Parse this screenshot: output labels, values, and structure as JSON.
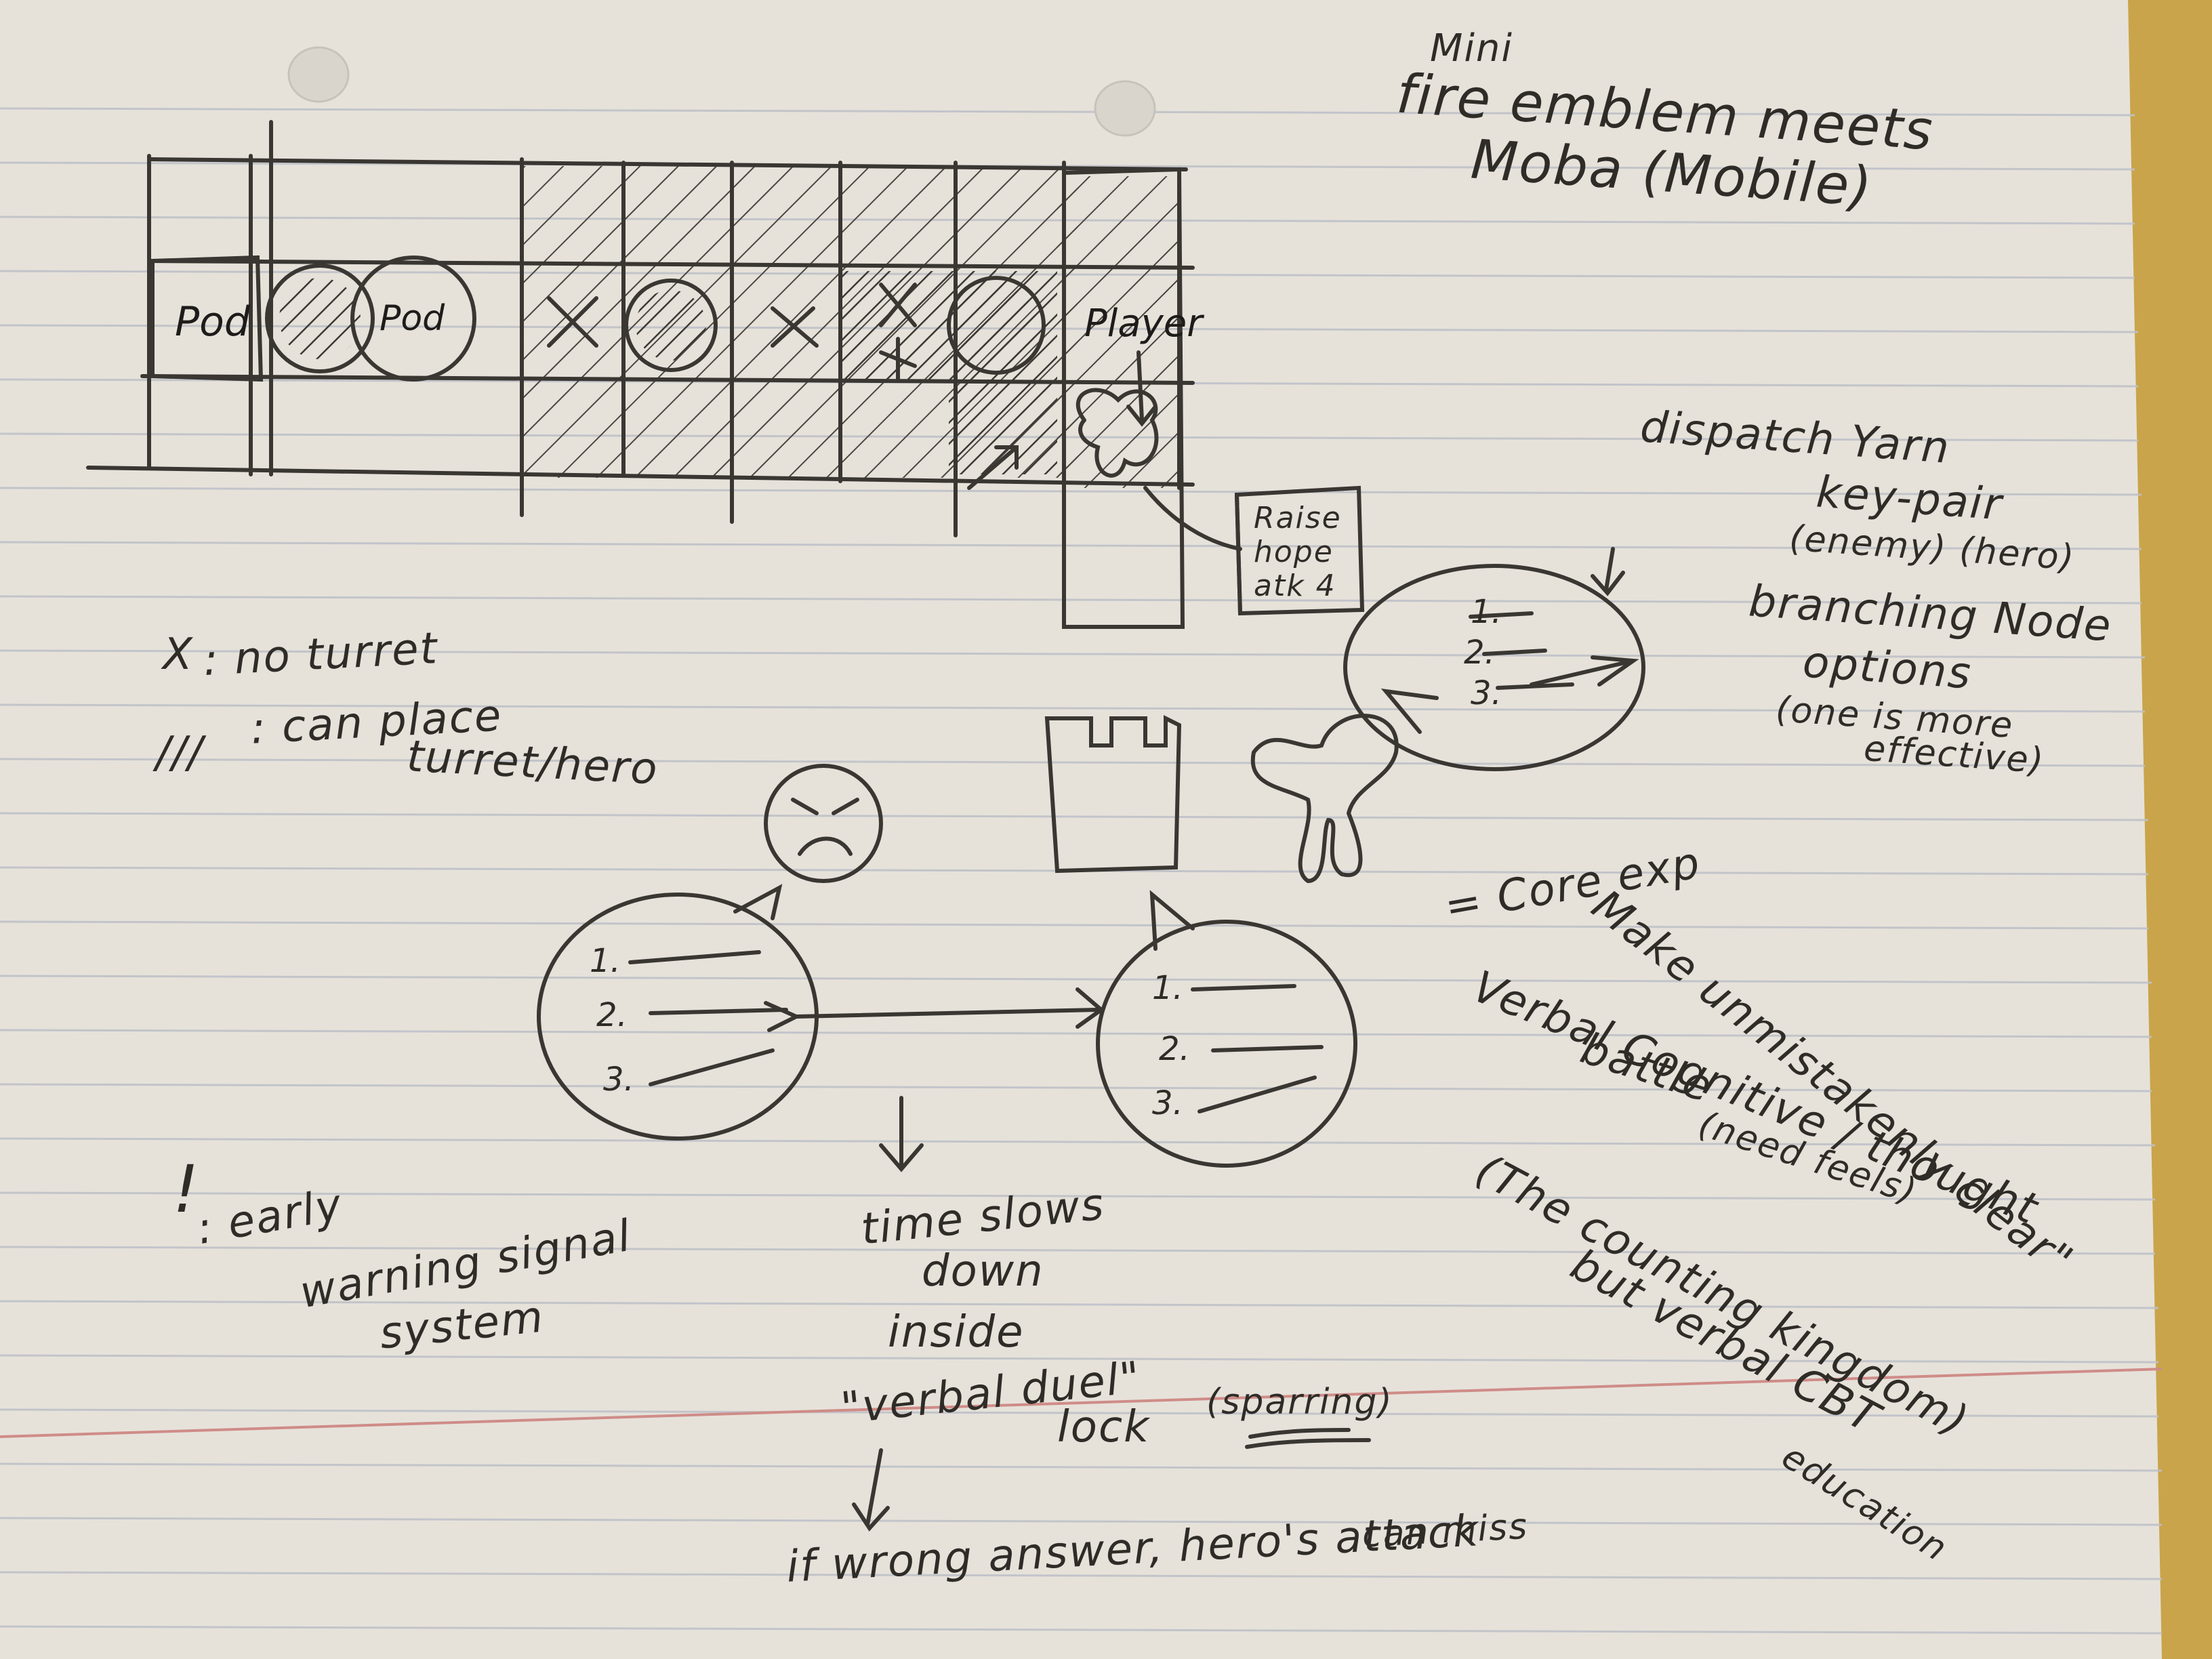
{
  "title": {
    "line1": "Mini",
    "line2": "fire emblem meets",
    "line3": "Moba (Mobile)"
  },
  "grid": {
    "cell_labels": [
      "Pod",
      "Pod",
      "Player"
    ],
    "panel_lines": [
      "Raise",
      "hope",
      "atk 4"
    ]
  },
  "legend": {
    "x_symbol": "X",
    "x_text": ": no turret",
    "hatch_symbol": "///",
    "hatch_text": ": can place",
    "hatch_text2": "turret/hero",
    "bang_symbol": "!",
    "bang_text": ": early",
    "bang_text2": "warning signal",
    "bang_text3": "system"
  },
  "dispatch": {
    "line1": "dispatch Yarn",
    "line2": "key-pair",
    "line3": "(enemy) (hero)",
    "branch1": "branching Node",
    "branch2": "options",
    "branch3": "(one is more",
    "branch4": "effective)"
  },
  "bubble_items": [
    "1.",
    "2.",
    "3."
  ],
  "core": {
    "l1": "Make unmistakenly clear\"",
    "l2": "= Core exp",
    "l3": "Verbal Cognitive / thought",
    "l4": "battle",
    "l5": "(need feels)",
    "l6": "(The counting kingdom)",
    "l7": "but verbal CBT",
    "l8": "education"
  },
  "time": {
    "l1": "time slows",
    "l2": "down",
    "l3": "inside",
    "l4": "\"verbal duel\"",
    "l5": "lock",
    "l6": "(sparring)",
    "l7": "if wrong answer, hero's attack",
    "l8": "can miss"
  },
  "colors": {
    "paper": "#e7e3db",
    "pencil": "#3a3632",
    "red_margin": "#c98a86",
    "blue_rule": "#b9bcc4"
  }
}
